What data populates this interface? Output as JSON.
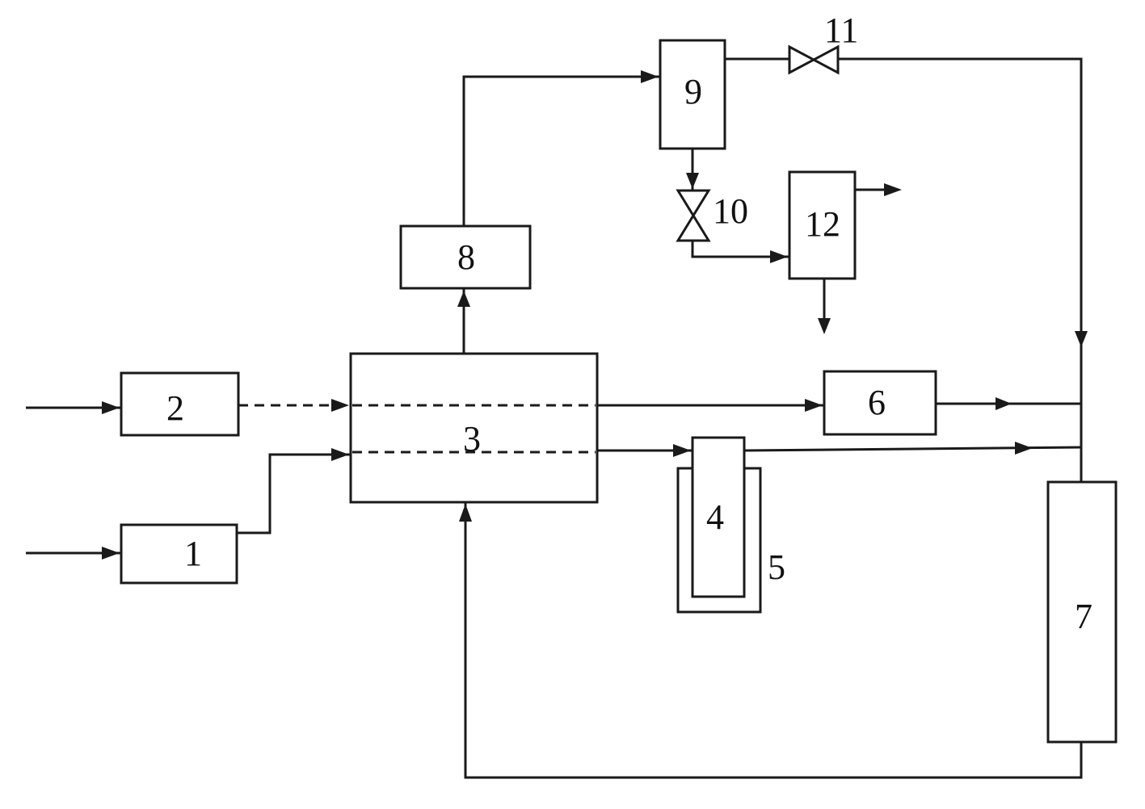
{
  "units": {
    "u1": "1",
    "u2": "2",
    "u3": "3",
    "u4": "4",
    "u5": "5",
    "u6": "6",
    "u7": "7",
    "u8": "8",
    "u9": "9",
    "u10": "10",
    "u11": "11",
    "u12": "12"
  }
}
